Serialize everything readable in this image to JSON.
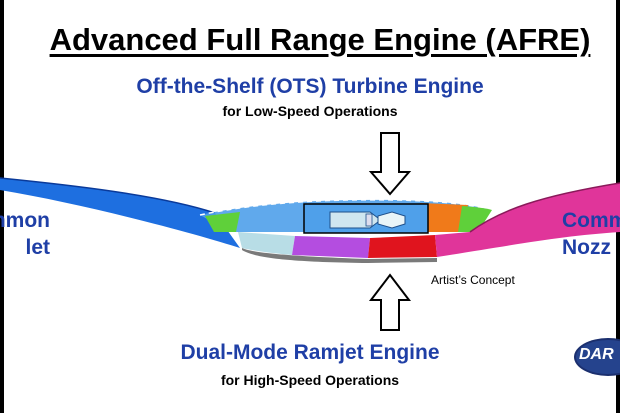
{
  "title": "Advanced Full Range Engine (AFRE)",
  "ots": {
    "title": "Off-the-Shelf (OTS) Turbine Engine",
    "subtitle": "for Low-Speed Operations"
  },
  "ramjet": {
    "title": "Dual-Mode Ramjet Engine",
    "subtitle": "for High-Speed Operations"
  },
  "left_label": [
    "mmon",
    "let"
  ],
  "right_label": [
    "Comm",
    "Nozz"
  ],
  "concept_label": "Artist’s Concept",
  "logo_text": "DAR",
  "colors": {
    "heading_blue": "#1f3fa6",
    "inlet_blue": "#1e6fe0",
    "light_blue": "#b8dde6",
    "purple": "#b44de0",
    "red": "#e0141e",
    "orange": "#f07a1a",
    "green": "#5fd03a",
    "magenta": "#e0359a"
  },
  "icons": [
    "down-arrow-icon",
    "up-arrow-icon",
    "turbine-engine-icon",
    "darpa-logo"
  ]
}
